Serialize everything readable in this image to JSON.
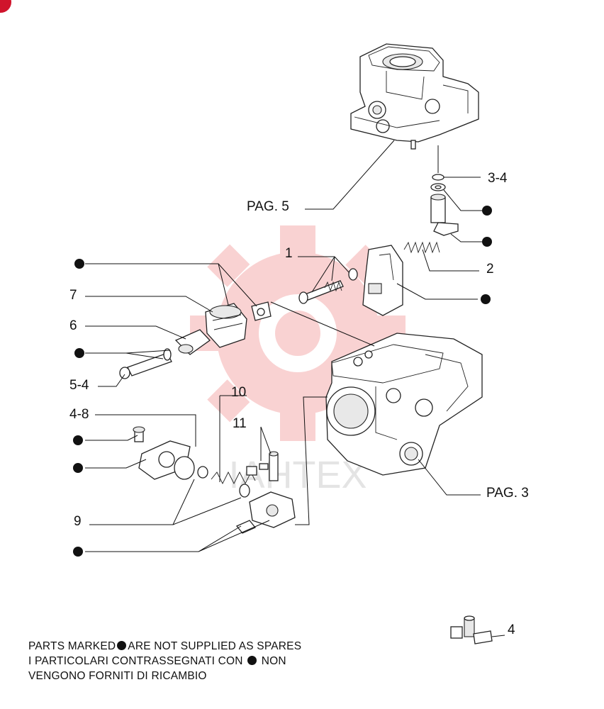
{
  "labels": {
    "pag5": "PAG. 5",
    "pag3": "PAG. 3",
    "n1": "1",
    "n2": "2",
    "n3_4": "3-4",
    "n4": "4",
    "n4_8": "4-8",
    "n5_4": "5-4",
    "n6": "6",
    "n7": "7",
    "n9": "9",
    "n10": "10",
    "n11": "11"
  },
  "watermark": "IAHTEX",
  "note": {
    "line1_a": "PARTS MARKED",
    "line1_b": "ARE NOT SUPPLIED AS SPARES",
    "line2_a": "I PARTICOLARI CONTRASSEGNATI CON",
    "line2_b": "NON",
    "line3": "VENGONO FORNITI DI RICAMBIO"
  },
  "colors": {
    "watermark_red": "#f08080",
    "badge_red": "#d0142c",
    "ink": "#111111"
  }
}
